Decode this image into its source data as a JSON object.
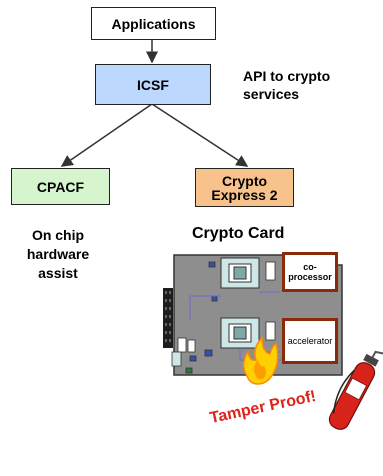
{
  "boxes": {
    "applications": "Applications",
    "icsf": "ICSF",
    "cpacf": "CPACF",
    "crypto_express_line1": "Crypto",
    "crypto_express_line2": "Express 2"
  },
  "notes": {
    "api_line1": "API to crypto",
    "api_line2": "services",
    "onchip_line1": "On chip",
    "onchip_line2": "hardware",
    "onchip_line3": "assist",
    "crypto_card": "Crypto Card",
    "tamper": "Tamper Proof!"
  },
  "card": {
    "coprocessor_line1": "co-",
    "coprocessor_line2": "processor",
    "accelerator": "accelerator"
  },
  "colors": {
    "icsf_fill": "#bcd8ff",
    "cpacf_fill": "#d6f5cf",
    "crypto_fill": "#f7c28c",
    "card_fill": "#8e8e8e",
    "chip_border": "#8b2a0a",
    "tamper_text": "#e0221a"
  },
  "icons": {
    "fire": "fire-icon",
    "extinguisher": "fire-extinguisher-icon"
  }
}
